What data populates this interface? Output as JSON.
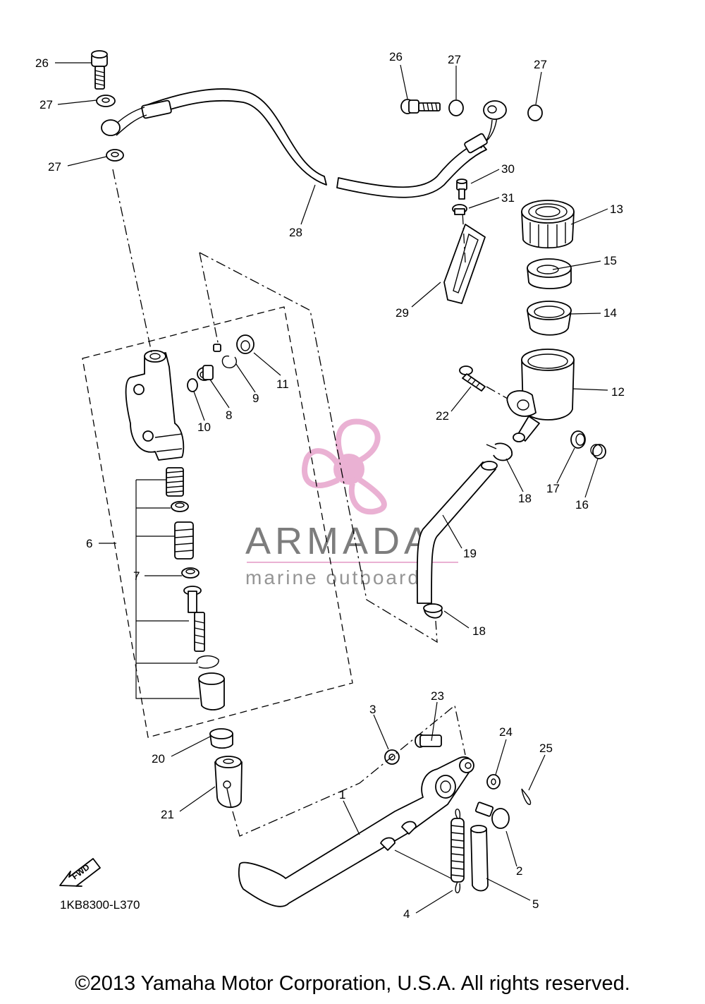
{
  "diagram": {
    "diagram_code": "1KB8300-L370",
    "fwd_label": "FWD",
    "copyright": "©2013 Yamaha Motor Corporation, U.S.A. All rights reserved.",
    "watermark": {
      "brand": "ARMADA",
      "tagline": "marine outboards",
      "brand_color": "#e8a9cf",
      "text_color": "#6f6f6f"
    },
    "callouts": [
      "26",
      "27",
      "27",
      "26",
      "27",
      "27",
      "28",
      "30",
      "31",
      "29",
      "13",
      "15",
      "14",
      "12",
      "22",
      "18",
      "17",
      "16",
      "11",
      "9",
      "8",
      "10",
      "6",
      "7",
      "19",
      "18",
      "3",
      "23",
      "24",
      "25",
      "1",
      "2",
      "20",
      "21",
      "4",
      "5"
    ]
  }
}
